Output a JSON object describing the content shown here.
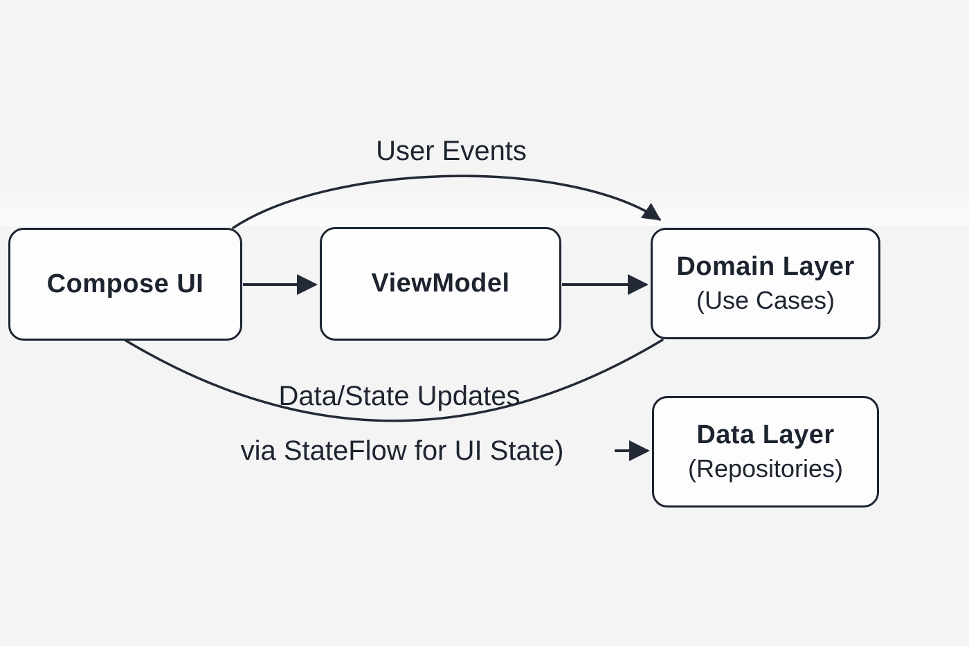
{
  "colors": {
    "background": "#f4f4f5",
    "node_fill": "#fdfdfe",
    "stroke": "#1c2430",
    "text": "#1d242f"
  },
  "nodes": {
    "compose_ui": {
      "title": "Compose UI"
    },
    "viewmodel": {
      "title": "ViewModel"
    },
    "domain_layer": {
      "title": "Domain Layer",
      "subtitle": "(Use Cases)"
    },
    "data_layer": {
      "title": "Data Layer",
      "subtitle": "(Repositories)"
    }
  },
  "labels": {
    "user_events": "User Events",
    "data_state_updates": "Data/State Updates",
    "stateflow_note": "via StateFlow for UI State)"
  }
}
